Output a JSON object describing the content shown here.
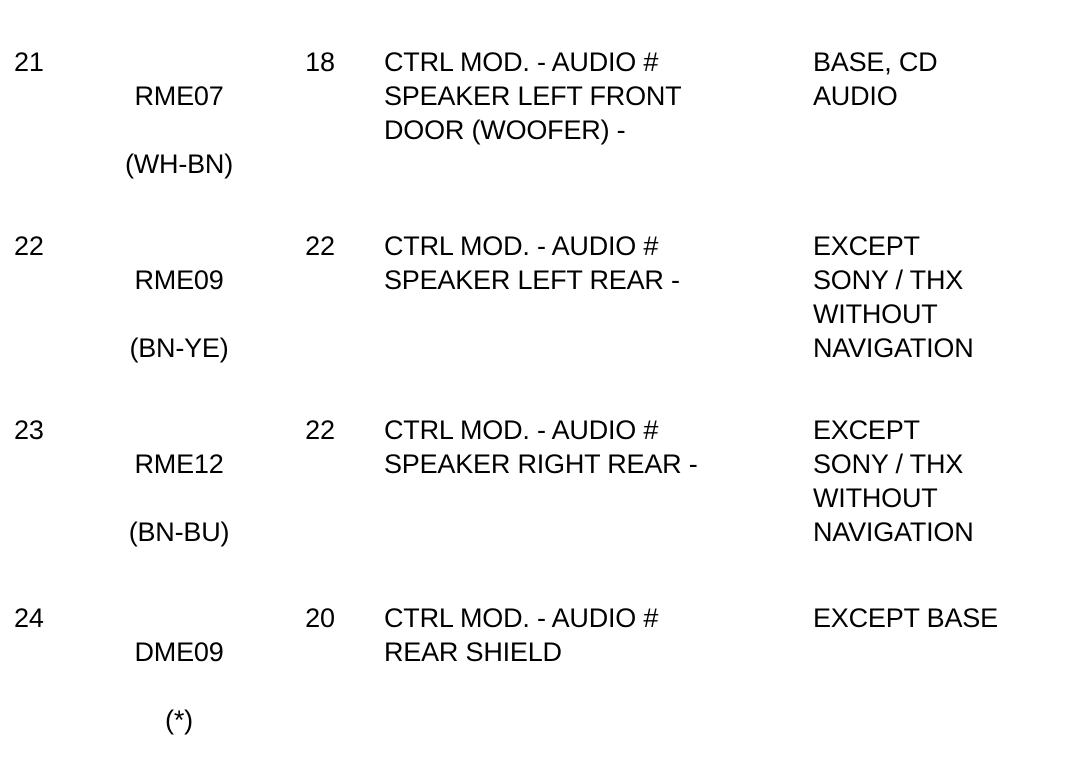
{
  "document": {
    "type": "wiring-connector-table",
    "background_color": "#ffffff",
    "text_color": "#000000",
    "columns": [
      {
        "key": "item",
        "name": "item-number",
        "align": "left"
      },
      {
        "key": "code",
        "name": "circuit-code",
        "align": "center"
      },
      {
        "key": "gauge",
        "name": "wire-gauge",
        "align": "center"
      },
      {
        "key": "desc",
        "name": "description",
        "align": "left"
      },
      {
        "key": "note",
        "name": "applicability-note",
        "align": "left"
      }
    ],
    "rows": [
      {
        "item": "21",
        "code_main": "RME07",
        "code_sub": "(WH-BN)",
        "gauge": "18",
        "desc": "CTRL MOD. - AUDIO #\nSPEAKER LEFT FRONT\nDOOR (WOOFER) -",
        "note": "BASE, CD\nAUDIO"
      },
      {
        "item": "22",
        "code_main": "RME09",
        "code_sub": "(BN-YE)",
        "gauge": "22",
        "desc": "CTRL MOD. - AUDIO #\nSPEAKER LEFT REAR -",
        "note": "EXCEPT\nSONY / THX\nWITHOUT\nNAVIGATION"
      },
      {
        "item": "23",
        "code_main": "RME12",
        "code_sub": "(BN-BU)",
        "gauge": "22",
        "desc": "CTRL MOD. - AUDIO #\nSPEAKER RIGHT REAR -",
        "note": "EXCEPT\nSONY / THX\nWITHOUT\nNAVIGATION"
      },
      {
        "item": "24",
        "code_main": "DME09",
        "code_sub": "(*)",
        "gauge": "20",
        "desc": "CTRL MOD. - AUDIO #\nREAR SHIELD",
        "note": "EXCEPT BASE"
      }
    ]
  }
}
